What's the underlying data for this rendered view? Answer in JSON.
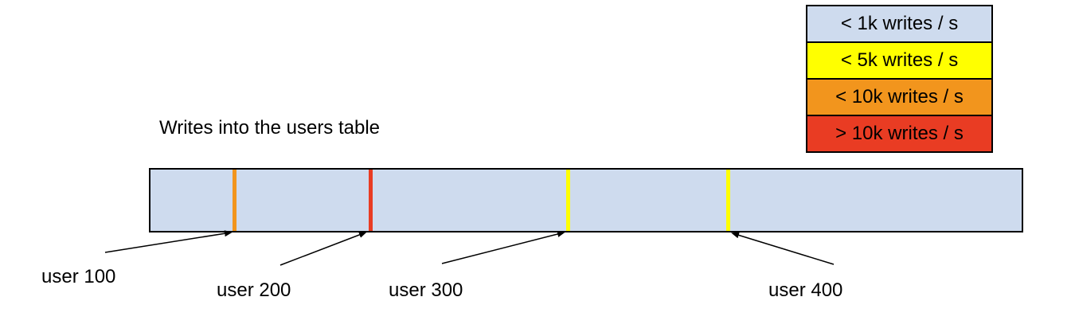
{
  "title": "Writes into the users table",
  "legend": {
    "items": [
      {
        "label": "< 1k writes / s",
        "color": "#cedbee"
      },
      {
        "label": "< 5k writes / s",
        "color": "#ffff00"
      },
      {
        "label": "< 10k writes / s",
        "color": "#f2951d"
      },
      {
        "label": "> 10k writes / s",
        "color": "#e93c23"
      }
    ]
  },
  "table_bar": {
    "fill": "#cedbee",
    "border": "#000000"
  },
  "markers": [
    {
      "label": "user 100",
      "color": "#f2951d",
      "rate": "< 10k writes / s",
      "offset_pct": 9.4
    },
    {
      "label": "user 200",
      "color": "#e93c23",
      "rate": "> 10k writes / s",
      "offset_pct": 25.0
    },
    {
      "label": "user 300",
      "color": "#ffff00",
      "rate": "< 5k writes / s",
      "offset_pct": 47.7
    },
    {
      "label": "user 400",
      "color": "#ffff00",
      "rate": "< 5k writes / s",
      "offset_pct": 66.1
    }
  ]
}
